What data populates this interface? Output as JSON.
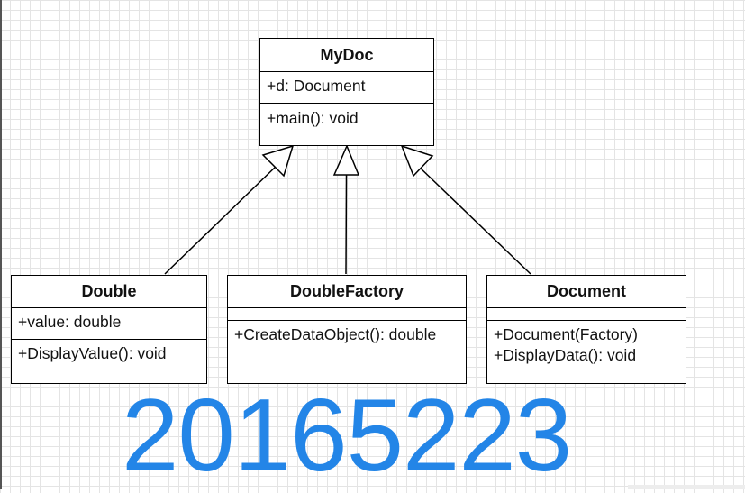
{
  "classes": {
    "mydoc": {
      "name": "MyDoc",
      "attributes": [
        "+d: Document"
      ],
      "operations": [
        "+main(): void"
      ]
    },
    "double": {
      "name": "Double",
      "attributes": [
        "+value: double"
      ],
      "operations": [
        "+DisplayValue(): void"
      ]
    },
    "double_factory": {
      "name": "DoubleFactory",
      "attributes": [],
      "operations": [
        "+CreateDataObject(): double"
      ]
    },
    "document": {
      "name": "Document",
      "attributes": [],
      "operations": [
        "+Document(Factory)",
        "+DisplayData(): void"
      ]
    }
  },
  "relations": [
    {
      "type": "generalization",
      "from": "Double",
      "to": "MyDoc"
    },
    {
      "type": "generalization",
      "from": "DoubleFactory",
      "to": "MyDoc"
    },
    {
      "type": "generalization",
      "from": "Document",
      "to": "MyDoc"
    }
  ],
  "watermark": {
    "text": "20165223",
    "color": "#2385e7"
  }
}
